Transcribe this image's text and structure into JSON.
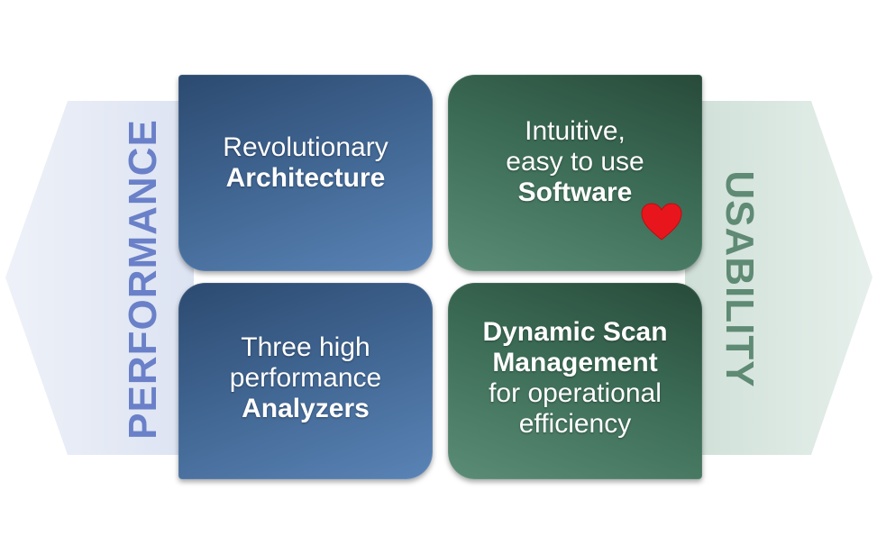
{
  "left_label": "PERFORMANCE",
  "right_label": "USABILITY",
  "colors": {
    "blue_tile": "#3f6490",
    "green_tile": "#3b6b55",
    "performance_label": "#6a80c8",
    "usability_label": "#5f8a74",
    "heart": "#e8161c"
  },
  "tiles": {
    "top_left": {
      "line1": "Revolutionary",
      "line2": "Architecture"
    },
    "top_right": {
      "line1": "Intuitive,",
      "line2": "easy to use",
      "line3": "Software",
      "icon": "heart-icon"
    },
    "bottom_left": {
      "line1": "Three high",
      "line2": "performance",
      "line3": "Analyzers"
    },
    "bottom_right": {
      "line1": "Dynamic Scan",
      "line2": "Management",
      "line3": "for operational",
      "line4": "efficiency"
    }
  }
}
